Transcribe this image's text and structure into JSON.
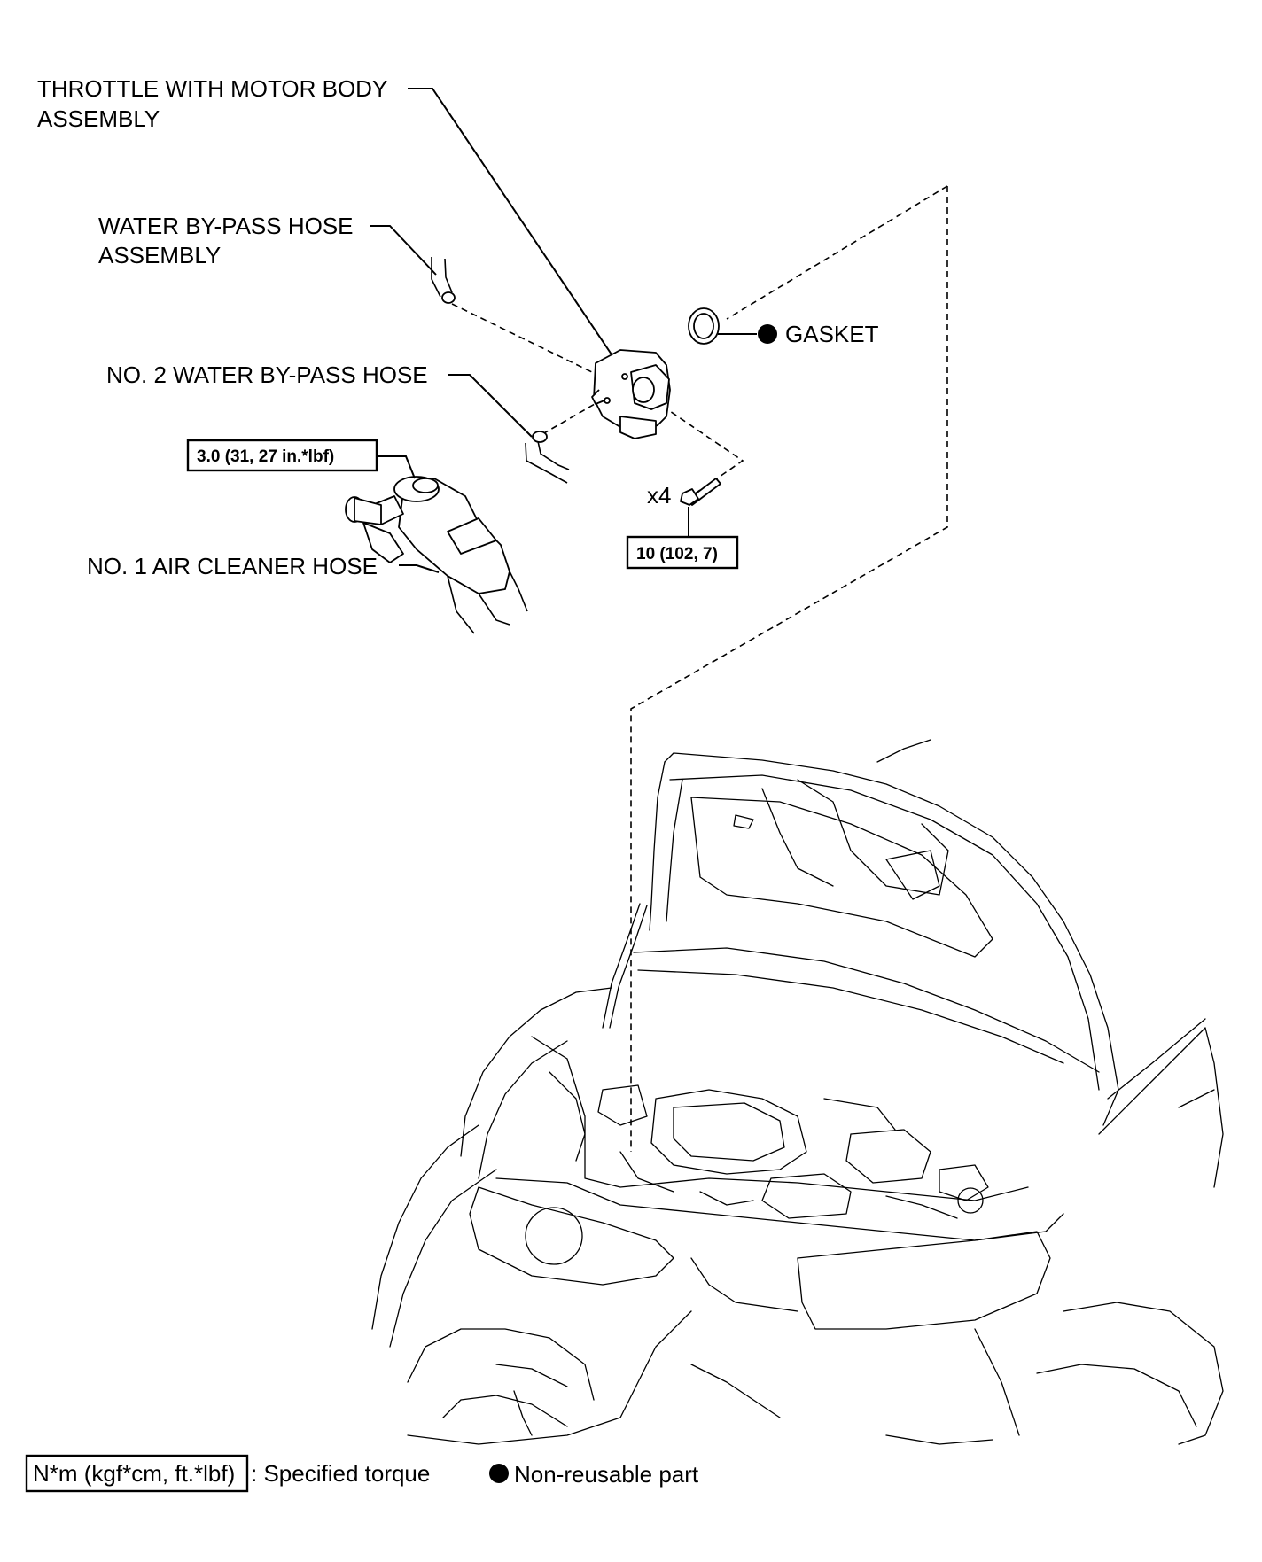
{
  "labels": {
    "throttle_line1": "THROTTLE WITH MOTOR BODY",
    "throttle_line2": "ASSEMBLY",
    "water_bypass_line1": "WATER BY-PASS HOSE",
    "water_bypass_line2": "ASSEMBLY",
    "gasket": "GASKET",
    "no2_water_bypass": "NO. 2 WATER BY-PASS HOSE",
    "no1_air_cleaner": "NO. 1 AIR CLEANER HOSE",
    "bolt_qty": "x4"
  },
  "torques": {
    "air_cleaner_clamp": "3.0 (31, 27 in.*lbf)",
    "throttle_bolts": "10 (102, 7)"
  },
  "legend": {
    "torque_box": "N*m (kgf*cm, ft.*lbf)",
    "torque_desc": ": Specified torque",
    "nonreusable_desc": "Non-reusable part"
  }
}
